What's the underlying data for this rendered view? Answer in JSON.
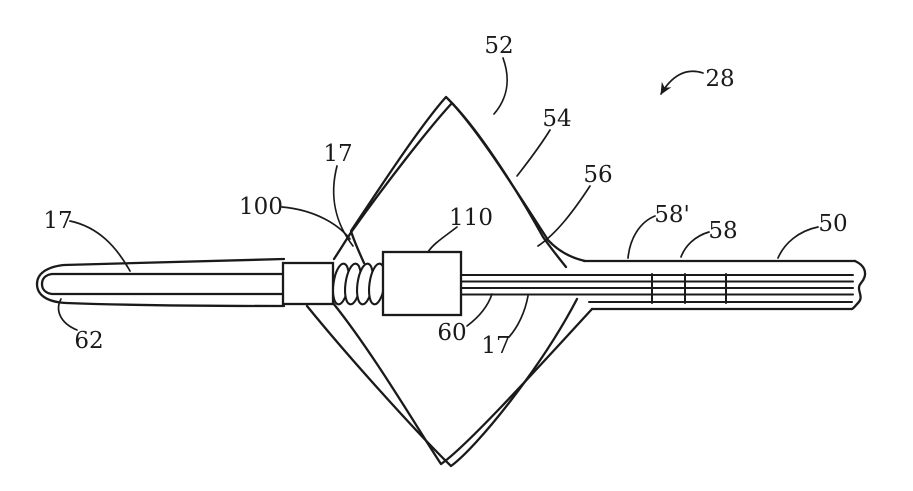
{
  "figure": {
    "kind": "patent-line-drawing",
    "subject": "expandable basket catheter device",
    "background_color": "#ffffff",
    "line_color": "#1a1a1a"
  },
  "labels": [
    {
      "id": "ref-17-tip",
      "text": "17"
    },
    {
      "id": "ref-62",
      "text": "62"
    },
    {
      "id": "ref-100",
      "text": "100"
    },
    {
      "id": "ref-17-upper",
      "text": "17"
    },
    {
      "id": "ref-110",
      "text": "110"
    },
    {
      "id": "ref-52",
      "text": "52"
    },
    {
      "id": "ref-54",
      "text": "54"
    },
    {
      "id": "ref-56",
      "text": "56"
    },
    {
      "id": "ref-28",
      "text": "28"
    },
    {
      "id": "ref-58-prime",
      "text": "58'"
    },
    {
      "id": "ref-58",
      "text": "58"
    },
    {
      "id": "ref-50",
      "text": "50"
    },
    {
      "id": "ref-60",
      "text": "60"
    },
    {
      "id": "ref-17-inner-shaft",
      "text": "17"
    }
  ]
}
